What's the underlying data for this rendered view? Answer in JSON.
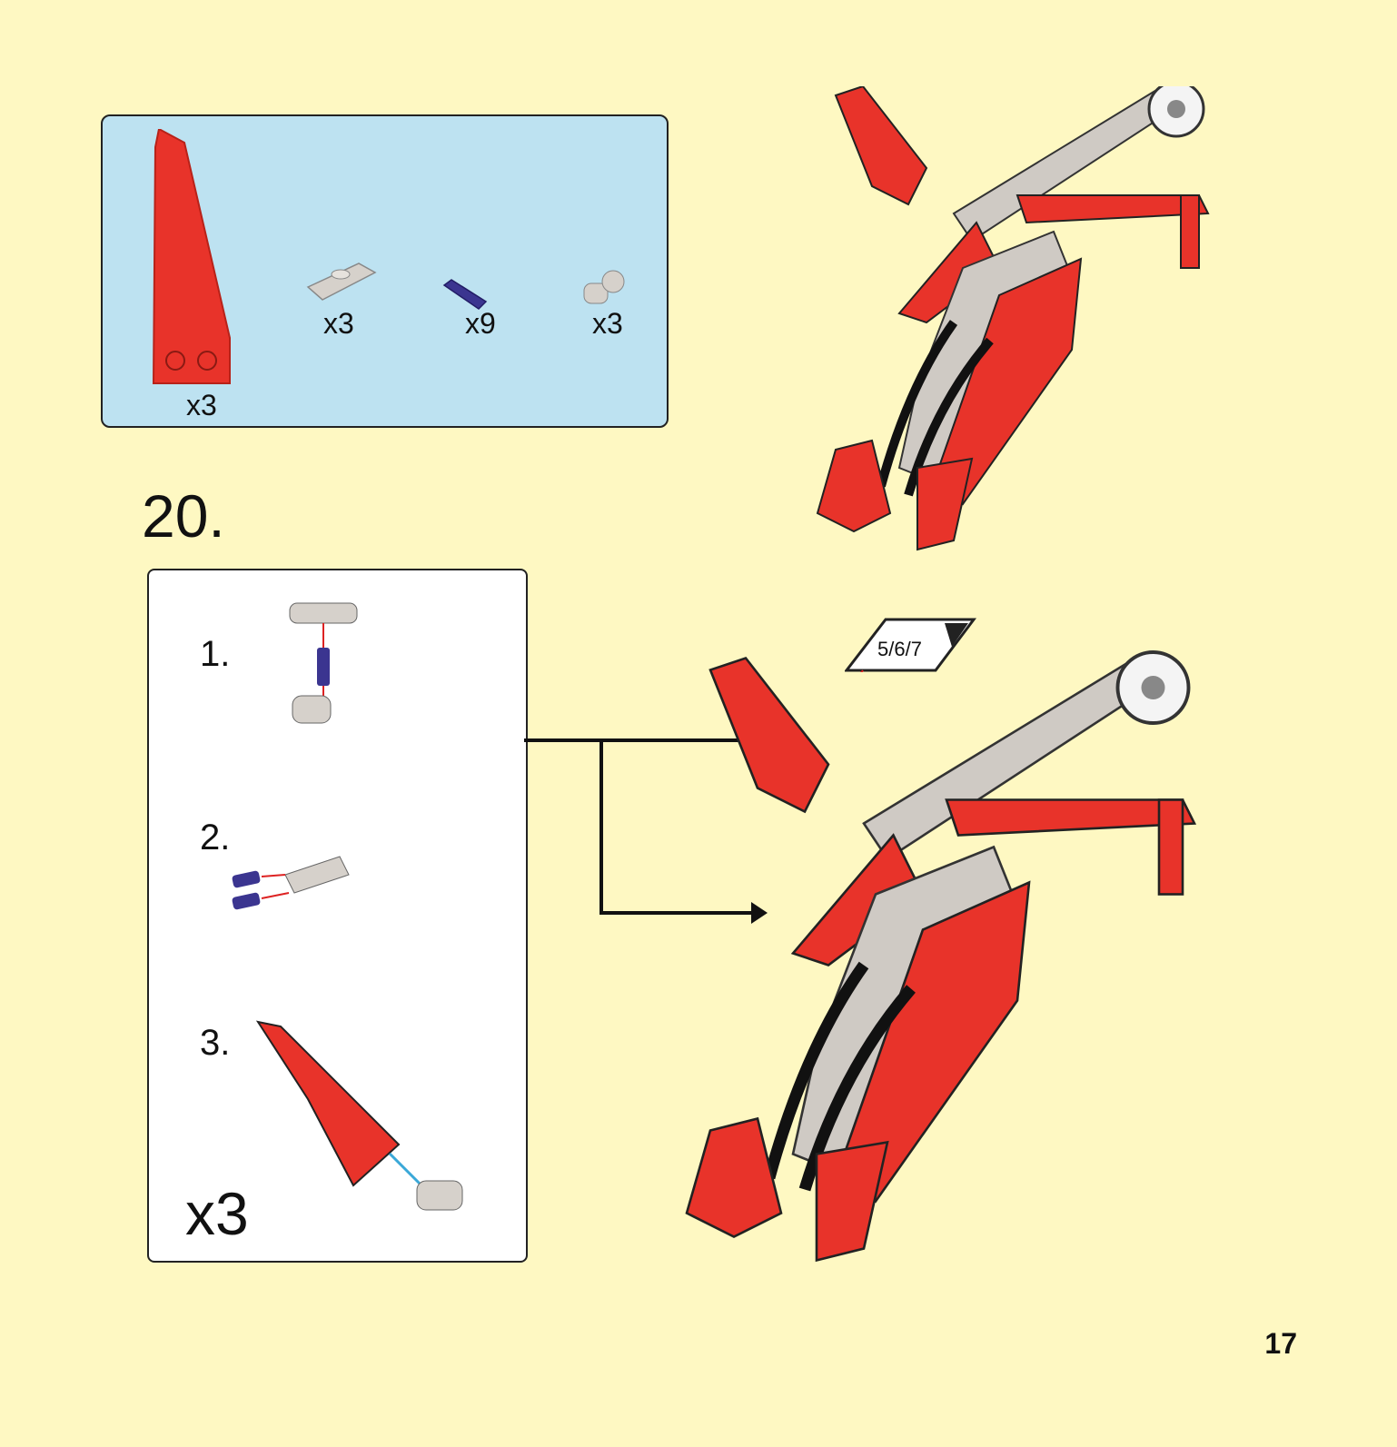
{
  "parts_list": {
    "items": [
      {
        "name": "red-wing-panel",
        "quantity": "x3",
        "color": "#e8332a"
      },
      {
        "name": "gray-axle-connector",
        "quantity": "x3",
        "color": "#d6d1cb"
      },
      {
        "name": "blue-pin",
        "quantity": "x9",
        "color": "#3b3590"
      },
      {
        "name": "gray-pin-joiner",
        "quantity": "x3",
        "color": "#d6d1cb"
      }
    ]
  },
  "step": {
    "number": "20.",
    "substeps": [
      {
        "label": "1."
      },
      {
        "label": "2."
      },
      {
        "label": "3."
      }
    ],
    "multiplier": "x3",
    "reference_callout": "5/6/7"
  },
  "page_number": "17",
  "colors": {
    "background": "#fef8c2",
    "parts_box": "#bde2f1",
    "model_red": "#e8332a",
    "model_gray": "#cfcac4"
  }
}
